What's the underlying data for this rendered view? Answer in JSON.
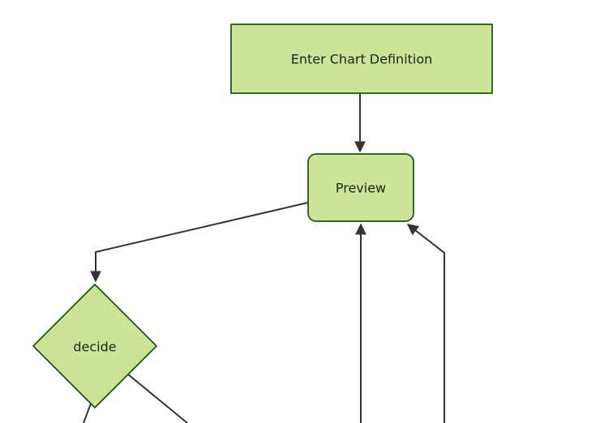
{
  "diagram": {
    "type": "flowchart",
    "orientation": "top-down",
    "colors": {
      "background": "#ffffff",
      "node_fill": "#cde498",
      "node_border": "#13540c",
      "edge": "#333333",
      "text": "#222222"
    },
    "nodes": [
      {
        "id": "enter-chart-definition",
        "label": "Enter Chart Definition",
        "shape": "rectangle"
      },
      {
        "id": "preview",
        "label": "Preview",
        "shape": "rounded-rectangle"
      },
      {
        "id": "decide",
        "label": "decide",
        "shape": "diamond"
      }
    ],
    "edges": [
      {
        "from": "enter-chart-definition",
        "to": "preview",
        "arrowhead": true
      },
      {
        "from": "preview",
        "to": "decide",
        "arrowhead": true
      },
      {
        "from": "decide",
        "to": "offscreen-bottom-left",
        "arrowhead": false
      },
      {
        "from": "decide",
        "to": "offscreen-bottom",
        "arrowhead": false
      },
      {
        "from": "offscreen-bottom",
        "to": "preview",
        "arrowhead": true
      },
      {
        "from": "offscreen-bottom-right",
        "to": "preview",
        "arrowhead": true
      }
    ]
  }
}
